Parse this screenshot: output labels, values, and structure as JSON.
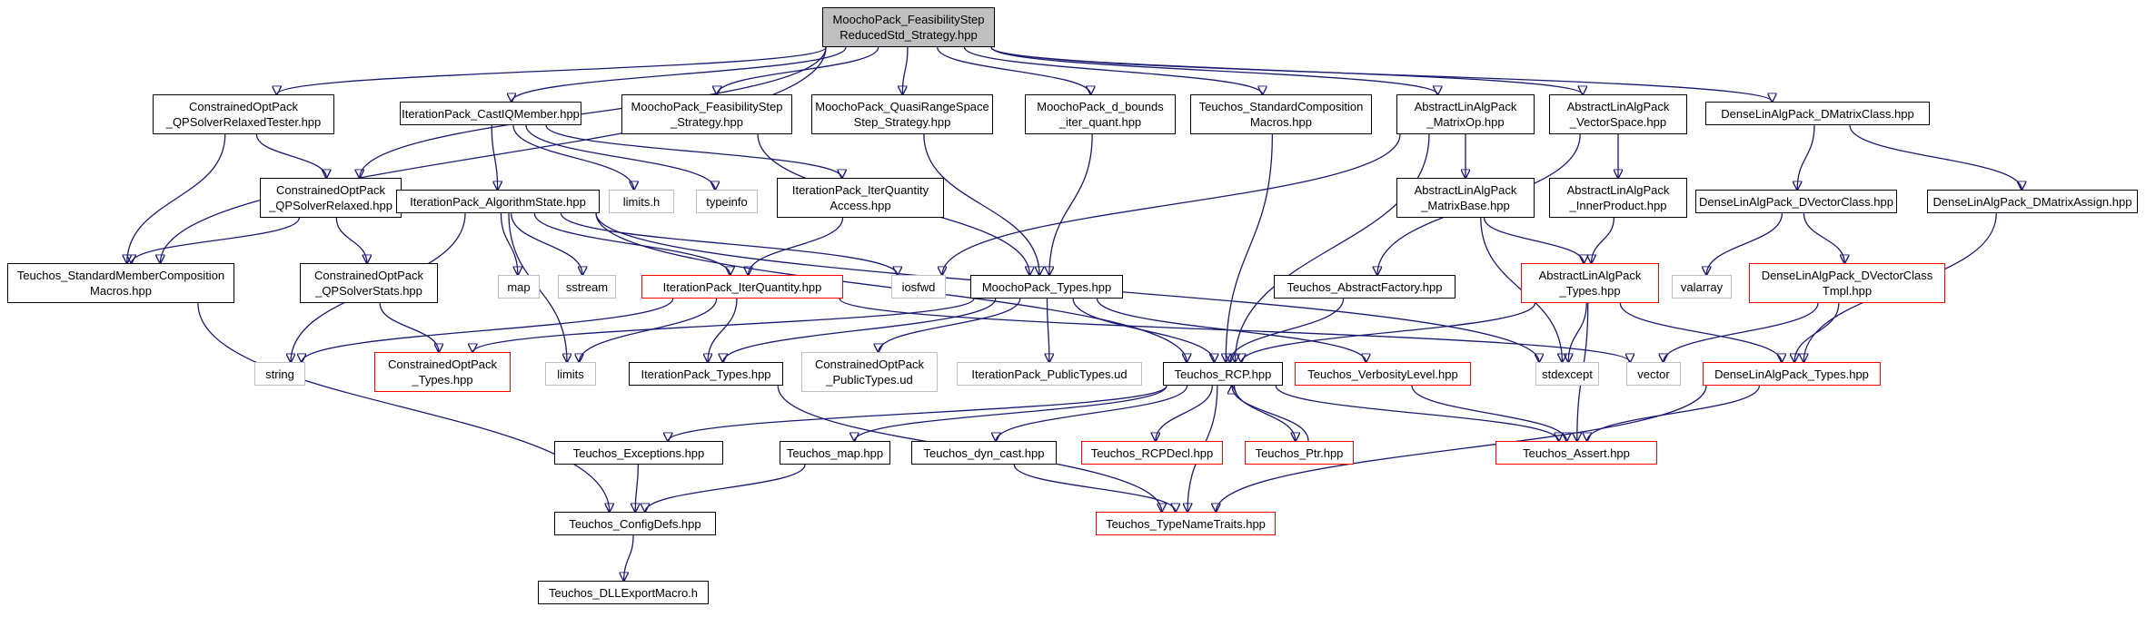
{
  "diagram": {
    "root": {
      "id": "root",
      "label": "MoochoPack_FeasibilityStep\nReducedStd_Strategy.hpp",
      "kind": "root"
    },
    "nodes": [
      {
        "id": "root",
        "label": "MoochoPack_FeasibilityStep\nReducedStd_Strategy.hpp",
        "kind": "root"
      },
      {
        "id": "cqprt",
        "label": "ConstrainedOptPack\n_QPSolverRelaxedTester.hpp",
        "kind": "normal"
      },
      {
        "id": "itcast",
        "label": "IterationPack_CastIQMember.hpp",
        "kind": "normal"
      },
      {
        "id": "mpfs",
        "label": "MoochoPack_FeasibilityStep\n_Strategy.hpp",
        "kind": "normal"
      },
      {
        "id": "mpqrs",
        "label": "MoochoPack_QuasiRangeSpace\nStep_Strategy.hpp",
        "kind": "normal"
      },
      {
        "id": "mpdb",
        "label": "MoochoPack_d_bounds\n_iter_quant.hpp",
        "kind": "normal"
      },
      {
        "id": "tscm",
        "label": "Teuchos_StandardComposition\nMacros.hpp",
        "kind": "normal"
      },
      {
        "id": "alamo",
        "label": "AbstractLinAlgPack\n_MatrixOp.hpp",
        "kind": "normal"
      },
      {
        "id": "alavs",
        "label": "AbstractLinAlgPack\n_VectorSpace.hpp",
        "kind": "normal"
      },
      {
        "id": "dlamc",
        "label": "DenseLinAlgPack_DMatrixClass.hpp",
        "kind": "normal"
      },
      {
        "id": "cqpr",
        "label": "ConstrainedOptPack\n_QPSolverRelaxed.hpp",
        "kind": "normal"
      },
      {
        "id": "itas",
        "label": "IterationPack_AlgorithmState.hpp",
        "kind": "normal"
      },
      {
        "id": "limitsh",
        "label": "limits.h",
        "kind": "system"
      },
      {
        "id": "typeinfo",
        "label": "typeinfo",
        "kind": "system"
      },
      {
        "id": "itiqa",
        "label": "IterationPack_IterQuantity\nAccess.hpp",
        "kind": "normal"
      },
      {
        "id": "alamb",
        "label": "AbstractLinAlgPack\n_MatrixBase.hpp",
        "kind": "normal"
      },
      {
        "id": "alaip",
        "label": "AbstractLinAlgPack\n_InnerProduct.hpp",
        "kind": "normal"
      },
      {
        "id": "dlavc",
        "label": "DenseLinAlgPack_DVectorClass.hpp",
        "kind": "normal"
      },
      {
        "id": "dlama",
        "label": "DenseLinAlgPack_DMatrixAssign.hpp",
        "kind": "normal"
      },
      {
        "id": "tsmcm",
        "label": "Teuchos_StandardMemberComposition\nMacros.hpp",
        "kind": "normal"
      },
      {
        "id": "cqpss",
        "label": "ConstrainedOptPack\n_QPSolverStats.hpp",
        "kind": "normal"
      },
      {
        "id": "map",
        "label": "map",
        "kind": "system"
      },
      {
        "id": "sstream",
        "label": "sstream",
        "kind": "system"
      },
      {
        "id": "itiq",
        "label": "IterationPack_IterQuantity.hpp",
        "kind": "red"
      },
      {
        "id": "iosfwd",
        "label": "iosfwd",
        "kind": "system"
      },
      {
        "id": "mpt",
        "label": "MoochoPack_Types.hpp",
        "kind": "normal"
      },
      {
        "id": "taf",
        "label": "Teuchos_AbstractFactory.hpp",
        "kind": "normal"
      },
      {
        "id": "alat",
        "label": "AbstractLinAlgPack\n_Types.hpp",
        "kind": "red"
      },
      {
        "id": "valarray",
        "label": "valarray",
        "kind": "system"
      },
      {
        "id": "dlavct",
        "label": "DenseLinAlgPack_DVectorClass\nTmpl.hpp",
        "kind": "red"
      },
      {
        "id": "string",
        "label": "string",
        "kind": "system"
      },
      {
        "id": "copt",
        "label": "ConstrainedOptPack\n_Types.hpp",
        "kind": "red"
      },
      {
        "id": "limits",
        "label": "limits",
        "kind": "system"
      },
      {
        "id": "itt",
        "label": "IterationPack_Types.hpp",
        "kind": "normal"
      },
      {
        "id": "coptud",
        "label": "ConstrainedOptPack\n_PublicTypes.ud",
        "kind": "system"
      },
      {
        "id": "itptud",
        "label": "IterationPack_PublicTypes.ud",
        "kind": "system"
      },
      {
        "id": "trcp",
        "label": "Teuchos_RCP.hpp",
        "kind": "normal"
      },
      {
        "id": "tvl",
        "label": "Teuchos_VerbosityLevel.hpp",
        "kind": "red"
      },
      {
        "id": "stdexcept",
        "label": "stdexcept",
        "kind": "system"
      },
      {
        "id": "vector",
        "label": "vector",
        "kind": "system"
      },
      {
        "id": "dlat",
        "label": "DenseLinAlgPack_Types.hpp",
        "kind": "red"
      },
      {
        "id": "texc",
        "label": "Teuchos_Exceptions.hpp",
        "kind": "normal"
      },
      {
        "id": "tmap",
        "label": "Teuchos_map.hpp",
        "kind": "normal"
      },
      {
        "id": "tdyn",
        "label": "Teuchos_dyn_cast.hpp",
        "kind": "normal"
      },
      {
        "id": "trcpd",
        "label": "Teuchos_RCPDecl.hpp",
        "kind": "red"
      },
      {
        "id": "tptr",
        "label": "Teuchos_Ptr.hpp",
        "kind": "red"
      },
      {
        "id": "tassert",
        "label": "Teuchos_Assert.hpp",
        "kind": "red"
      },
      {
        "id": "tcfg",
        "label": "Teuchos_ConfigDefs.hpp",
        "kind": "normal"
      },
      {
        "id": "ttnt",
        "label": "Teuchos_TypeNameTraits.hpp",
        "kind": "red"
      },
      {
        "id": "tdll",
        "label": "Teuchos_DLLExportMacro.h",
        "kind": "normal"
      }
    ],
    "edges": [
      [
        "root",
        "cqprt"
      ],
      [
        "root",
        "itcast"
      ],
      [
        "root",
        "mpfs"
      ],
      [
        "root",
        "mpqrs"
      ],
      [
        "root",
        "mpdb"
      ],
      [
        "root",
        "tscm"
      ],
      [
        "root",
        "alamo"
      ],
      [
        "root",
        "alavs"
      ],
      [
        "root",
        "dlamc"
      ],
      [
        "root",
        "cqpr"
      ],
      [
        "root",
        "tsmcm"
      ],
      [
        "cqprt",
        "cqpr"
      ],
      [
        "cqprt",
        "tsmcm"
      ],
      [
        "cqpr",
        "tsmcm"
      ],
      [
        "cqpr",
        "cqpss"
      ],
      [
        "itcast",
        "itas"
      ],
      [
        "itcast",
        "limitsh"
      ],
      [
        "itcast",
        "typeinfo"
      ],
      [
        "itcast",
        "itiqa"
      ],
      [
        "itas",
        "map"
      ],
      [
        "itas",
        "sstream"
      ],
      [
        "itas",
        "itiq"
      ],
      [
        "itas",
        "iosfwd"
      ],
      [
        "itas",
        "string"
      ],
      [
        "itas",
        "limits"
      ],
      [
        "itas",
        "trcp"
      ],
      [
        "itas",
        "stdexcept"
      ],
      [
        "itiqa",
        "itiq"
      ],
      [
        "itiq",
        "string"
      ],
      [
        "itiq",
        "limits"
      ],
      [
        "itiq",
        "itt"
      ],
      [
        "itiq",
        "vector"
      ],
      [
        "mpfs",
        "mpt"
      ],
      [
        "mpqrs",
        "mpt"
      ],
      [
        "mpdb",
        "mpt"
      ],
      [
        "mpt",
        "copt"
      ],
      [
        "mpt",
        "itt"
      ],
      [
        "mpt",
        "coptud"
      ],
      [
        "mpt",
        "itptud"
      ],
      [
        "mpt",
        "trcp"
      ],
      [
        "mpt",
        "tvl"
      ],
      [
        "tscm",
        "trcp"
      ],
      [
        "alamo",
        "iosfwd"
      ],
      [
        "alamo",
        "trcp"
      ],
      [
        "alamo",
        "alamb"
      ],
      [
        "alavs",
        "taf"
      ],
      [
        "alavs",
        "alaip"
      ],
      [
        "alamb",
        "stdexcept"
      ],
      [
        "alamb",
        "alat"
      ],
      [
        "alaip",
        "alat"
      ],
      [
        "alat",
        "trcp"
      ],
      [
        "alat",
        "stdexcept"
      ],
      [
        "alat",
        "tassert"
      ],
      [
        "alat",
        "dlat"
      ],
      [
        "taf",
        "trcp"
      ],
      [
        "dlamc",
        "dlavc"
      ],
      [
        "dlamc",
        "dlama"
      ],
      [
        "dlavc",
        "valarray"
      ],
      [
        "dlavc",
        "dlavct"
      ],
      [
        "dlavct",
        "vector"
      ],
      [
        "dlavct",
        "dlat"
      ],
      [
        "dlama",
        "dlat"
      ],
      [
        "dlat",
        "tassert"
      ],
      [
        "dlat",
        "ttnt"
      ],
      [
        "cqpss",
        "copt"
      ],
      [
        "tsmcm",
        "tcfg"
      ],
      [
        "itt",
        "ttnt"
      ],
      [
        "tvl",
        "tassert"
      ],
      [
        "trcp",
        "texc"
      ],
      [
        "trcp",
        "tmap"
      ],
      [
        "trcp",
        "tdyn"
      ],
      [
        "trcp",
        "trcpd"
      ],
      [
        "trcp",
        "tptr"
      ],
      [
        "trcp",
        "tassert"
      ],
      [
        "trcp",
        "ttnt"
      ],
      [
        "tptr",
        "trcp"
      ],
      [
        "texc",
        "tcfg"
      ],
      [
        "tmap",
        "tcfg"
      ],
      [
        "tdyn",
        "ttnt"
      ],
      [
        "tcfg",
        "tdll"
      ]
    ],
    "colors": {
      "edge": "#191970",
      "normal_border": "#000000",
      "red_border": "#ff0000",
      "system_border": "#bfbfbf",
      "root_fill": "#bfbfbf"
    }
  }
}
